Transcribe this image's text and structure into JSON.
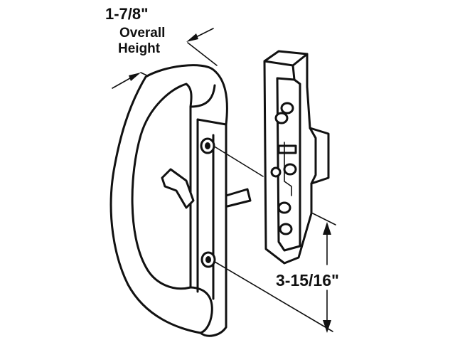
{
  "labels": {
    "width_dimension": "1-7/8\"",
    "overall_line1": "Overall",
    "overall_line2": "Height",
    "hole_spacing": "3-15/16\""
  },
  "colors": {
    "ink": "#111111",
    "background": "#ffffff"
  }
}
